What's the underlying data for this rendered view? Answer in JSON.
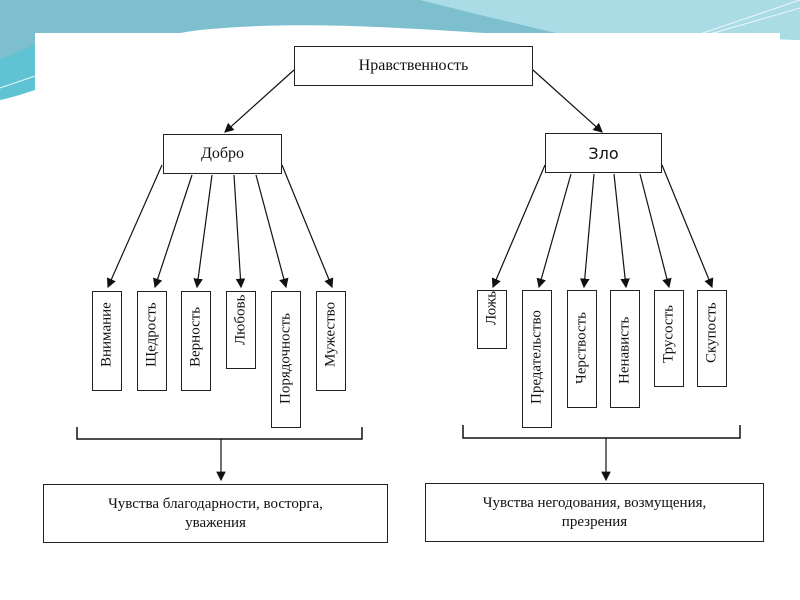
{
  "diagram": {
    "root": "Нравственность",
    "branches": [
      {
        "label": "Добро",
        "items": [
          "Внимание",
          "Щедрость",
          "Верность",
          "Любовь",
          "Порядочность",
          "Мужество"
        ],
        "result": "Чувства благодарности, восторга, уважения"
      },
      {
        "label": "Зло",
        "items": [
          "Ложь",
          "Предательство",
          "Черствость",
          "Ненависть",
          "Трусость",
          "Скупость"
        ],
        "result": "Чувства негодования, возмущения, презрения"
      }
    ]
  },
  "theme": {
    "wave_color_dark": "#6bbccc",
    "wave_color_light": "#a8dbe3"
  }
}
